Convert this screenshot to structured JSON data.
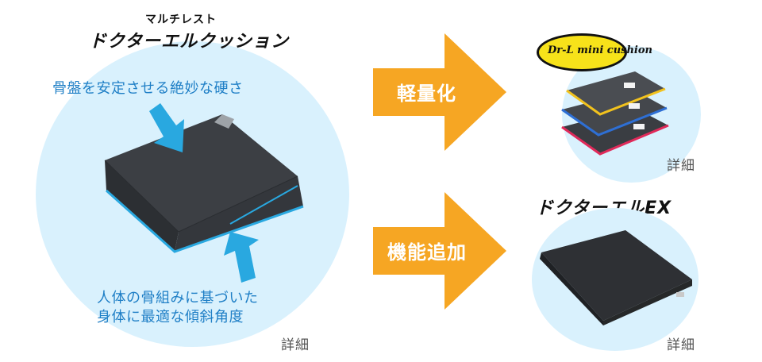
{
  "main_product": {
    "subtitle": "マルチレスト",
    "title": "ドクターエルクッション",
    "feature_top": "骨盤を安定させる絶妙な硬さ",
    "feature_bottom_line1": "人体の骨組みに基づいた",
    "feature_bottom_line2": "身体に最適な傾斜角度",
    "detail_label": "詳細"
  },
  "arrows": [
    {
      "label": "軽量化"
    },
    {
      "label": "機能追加"
    }
  ],
  "product_mini": {
    "logo_text": "Dr-L mini cushion",
    "detail_label": "詳細"
  },
  "product_ex": {
    "title": "ドクターエルEX",
    "detail_label": "詳細"
  },
  "colors": {
    "circle": "#d9f1fd",
    "arrow": "#f6a623",
    "feature_text": "#1f7fc6",
    "feature_arrow": "#29a8e0"
  }
}
